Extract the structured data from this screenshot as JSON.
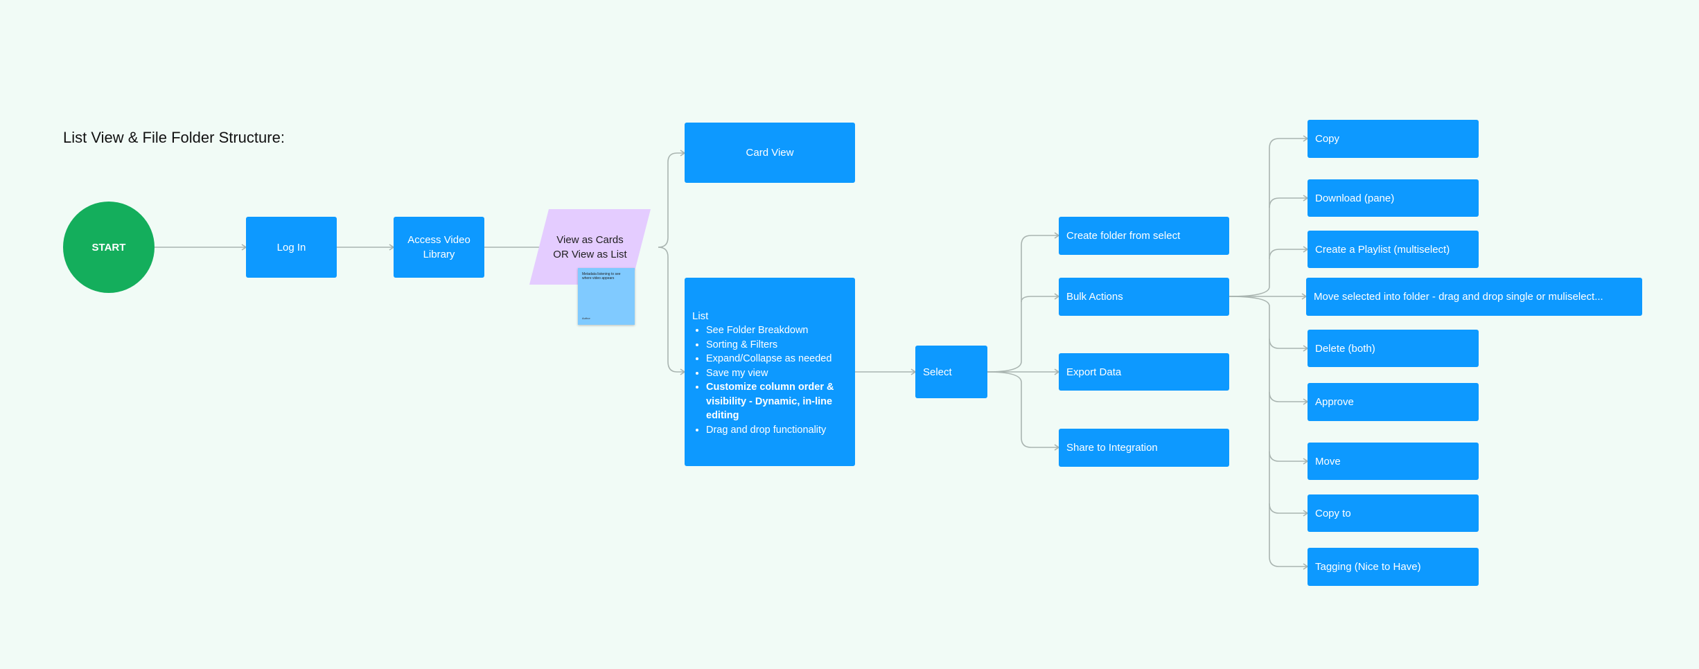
{
  "title": "List View & File Folder Structure:",
  "nodes": {
    "start": "START",
    "log_in": "Log In",
    "access_video_library": "Access Video Library",
    "view_as": [
      "View as Cards",
      "OR View as List"
    ],
    "card_view": "Card View",
    "list": {
      "title": "List",
      "items": [
        "See Folder Breakdown",
        "Sorting & Filters",
        "Expand/Collapse as needed",
        "Save my view",
        "Customize column order & visibility - Dynamic, in-line editing",
        "Drag and drop functionality"
      ]
    },
    "select": "Select",
    "select_options": [
      "Create folder from select",
      "Bulk Actions",
      "Export Data",
      "Share to Integration"
    ],
    "bulk_actions": [
      "Copy",
      "Download (pane)",
      "Create a Playlist (multiselect)",
      "Move selected into folder - drag and drop single or muliselect...",
      "Delete (both)",
      "Approve",
      "Move",
      "Copy to",
      "Tagging (Nice to Have)"
    ]
  },
  "sticky_note": {
    "text": "Metadata listening to see where video appears",
    "author": "Author"
  },
  "colors": {
    "background": "#f1fbf6",
    "process": "#0d99ff",
    "start": "#14ae5c",
    "decision": "#e4ccff",
    "sticky": "#80caff",
    "connector": "#a9b4b0"
  }
}
